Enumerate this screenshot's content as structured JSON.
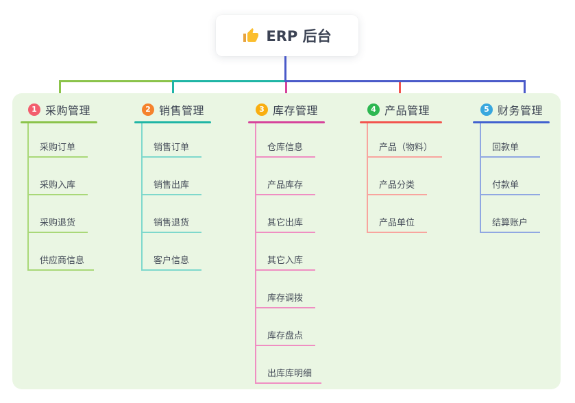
{
  "root": {
    "label": "ERP 后台",
    "icon": "thumbs-up"
  },
  "connector_colors": {
    "trunk_blue": "#4a5ac9",
    "green": "#8bc34a",
    "teal": "#1fb5a5",
    "magenta": "#d6439b",
    "red": "#f2544e"
  },
  "panel_background": "#eaf6e3",
  "branches": [
    {
      "index": "1",
      "label": "采购管理",
      "badge_color": "#f35d6d",
      "line_color": "#8bc34a",
      "child_line_color": "#a9d878",
      "children": [
        "采购订单",
        "采购入库",
        "采购退货",
        "供应商信息"
      ]
    },
    {
      "index": "2",
      "label": "销售管理",
      "badge_color": "#f5822c",
      "line_color": "#1fb5a5",
      "child_line_color": "#7ed8cc",
      "children": [
        "销售订单",
        "销售出库",
        "销售退货",
        "客户信息"
      ]
    },
    {
      "index": "3",
      "label": "库存管理",
      "badge_color": "#f9ae10",
      "line_color": "#d6439b",
      "child_line_color": "#ef8ec2",
      "children": [
        "仓库信息",
        "产品库存",
        "其它出库",
        "其它入库",
        "库存调拨",
        "库存盘点",
        "出库库明细"
      ]
    },
    {
      "index": "4",
      "label": "产品管理",
      "badge_color": "#2db751",
      "line_color": "#f2544e",
      "child_line_color": "#f8a49e",
      "children": [
        "产品（物料）",
        "产品分类",
        "产品单位"
      ]
    },
    {
      "index": "5",
      "label": "财务管理",
      "badge_color": "#38a7de",
      "line_color": "#4161cf",
      "child_line_color": "#90a7e2",
      "children": [
        "回款单",
        "付款单",
        "结算账户"
      ]
    }
  ]
}
